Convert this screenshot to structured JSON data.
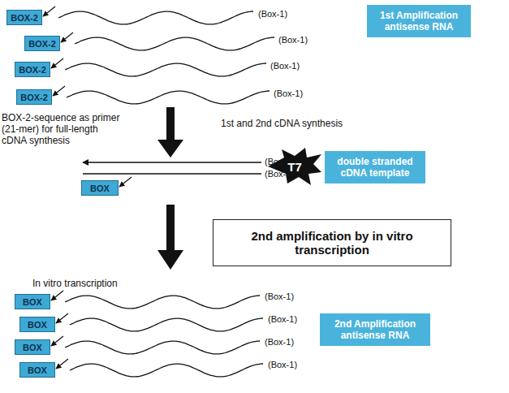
{
  "diagram": {
    "nodes": [
      {
        "text": [
          "BOX-2"
        ]
      },
      {
        "text": [
          "BOX-2"
        ]
      },
      {
        "text": [
          "BOX-2"
        ]
      },
      {
        "text": [
          "BOX-2"
        ]
      },
      {
        "text": [
          "1st Amplification antisense RNA"
        ]
      },
      {
        "text": [
          "T7"
        ]
      },
      {
        "text": [
          "double stranded cDNA template"
        ]
      },
      {
        "text": [
          "BOX"
        ]
      },
      {
        "text": [
          "2nd amplification by in vitro transcription"
        ]
      },
      {
        "text": [
          "BOX"
        ]
      },
      {
        "text": [
          "BOX"
        ]
      },
      {
        "text": [
          "BOX"
        ]
      },
      {
        "text": [
          "BOX"
        ]
      },
      {
        "text": [
          "2nd Amplification antisense RNA"
        ]
      }
    ],
    "labels": [
      "(Box-1)",
      "(Box-1)",
      "(Box-1)",
      "(Box-1)",
      "BOX-2-sequence as primer (21-mer) for full-length cDNA synthesis",
      "1st and 2nd cDNA synthesis",
      "(Box-1)",
      "(Box-1)",
      "In vitro transcription",
      "(Box-1)",
      "(Box-1)",
      "(Box-1)",
      "(Box-1)"
    ]
  }
}
